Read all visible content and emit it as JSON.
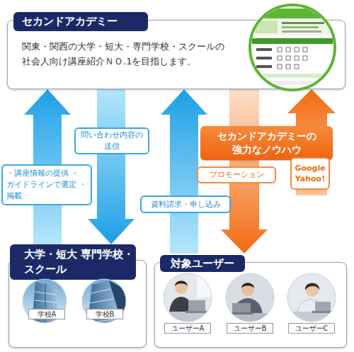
{
  "diagram": {
    "nodes": [
      {
        "text": [
          "セカンドアカデミー",
          "関東・関西の大学・短大・専門学校・スクールの 社会人向け講座紹介ＮＯ.1を目指します。"
        ]
      },
      {
        "text": [
          "セカンドアカデミーの 強力なノウハウ"
        ]
      },
      {
        "text": [
          "大学・短大 専門学校・スクール"
        ]
      },
      {
        "text": [
          "対象ユーザー"
        ]
      }
    ],
    "edges": [
      {
        "from": 2,
        "to": 0,
        "arrow": "to",
        "label": "・講座情報の提供 ・ガイドラインで選定 ・掲載"
      },
      {
        "from": 0,
        "to": 2,
        "arrow": "to",
        "label": "問い合わせ内容の 送信"
      },
      {
        "from": 3,
        "to": 0,
        "arrow": "to",
        "label": "資料請求・申し込み"
      },
      {
        "from": 0,
        "to": 3,
        "arrow": "to",
        "label": "プロモーション"
      },
      {
        "from": 1,
        "to": 0,
        "arrow": "to",
        "label": "Google Yahoo!"
      }
    ],
    "labels": [
      "学校A",
      "学校B",
      "ユーザーA",
      "ユーザーB",
      "ユーザーC"
    ]
  }
}
